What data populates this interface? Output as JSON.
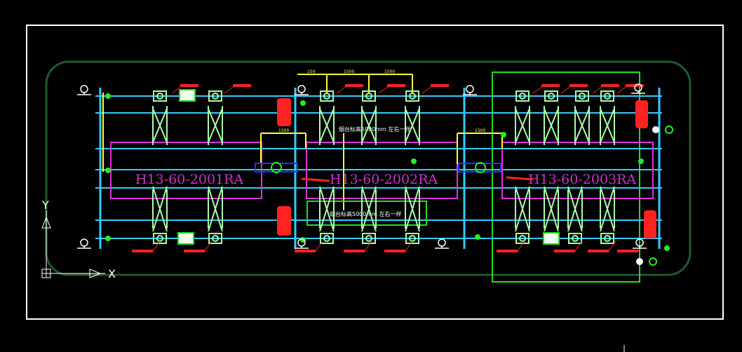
{
  "drawing": {
    "background": "#000000",
    "colors": {
      "frame": "#ffffff",
      "outline": "#1f5a2c",
      "rail": "#33ccff",
      "module_box": "#dd33dd",
      "valve": "#aaffaa",
      "green_box": "#22dd22",
      "dimension": "#ffff33",
      "red": "#ff2222",
      "blue": "#2233ff",
      "dot": "#22ee22"
    },
    "modules": [
      {
        "label": "H13-60-2001RA"
      },
      {
        "label": "H13-60-2002RA"
      },
      {
        "label": "H13-60-2003RA"
      }
    ],
    "dimensions": [
      "150",
      "1500",
      "1500",
      "1500",
      "1500"
    ],
    "notes": [
      "烟台标高5000mm 左右一样",
      "烟台标高5000mm 左右一样"
    ],
    "axis": {
      "x": "X",
      "y": "Y"
    }
  }
}
